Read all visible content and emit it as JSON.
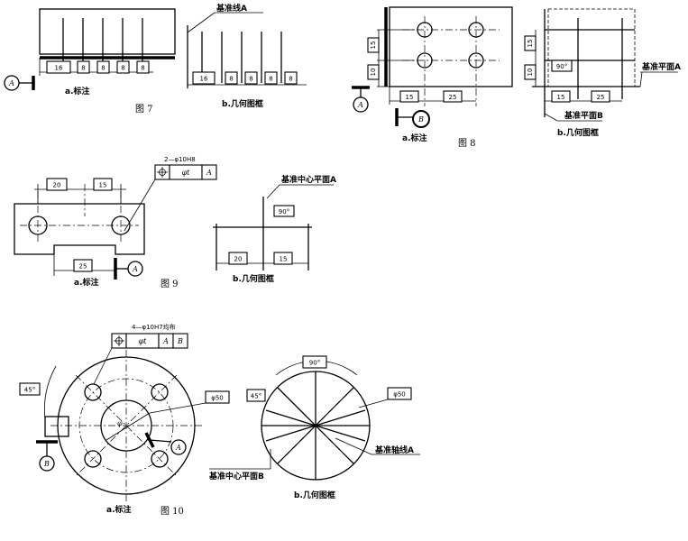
{
  "fig7": {
    "caption": "图 7",
    "a_label": "a.标注",
    "b_label": "b.几何图框",
    "datum_line": "基准线A",
    "datum": "A",
    "dims": [
      "16",
      "8",
      "8",
      "8",
      "8"
    ]
  },
  "fig8": {
    "caption": "图 8",
    "a_label": "a.标注",
    "b_label": "b.几何图框",
    "datum_a": "A",
    "datum_b": "B",
    "plane_a": "基准平面A",
    "plane_b": "基准平面B",
    "angle": "90°",
    "dims": {
      "v1": "15",
      "v2": "10",
      "h1": "15",
      "h2": "25"
    }
  },
  "fig9": {
    "caption": "图 9",
    "a_label": "a.标注",
    "b_label": "b.几何图框",
    "hole_spec": "2—φ10H8",
    "tol_value": "φt",
    "datum": "A",
    "mid_plane": "基准中心平面A",
    "angle": "90°",
    "dims": {
      "d1": "20",
      "d2": "15",
      "d3": "25"
    }
  },
  "fig10": {
    "caption": "图 10",
    "a_label": "a.标注",
    "b_label": "b.几何图框",
    "hole_spec": "4—φ10H7均布",
    "tol_value": "φt",
    "datum_a": "A",
    "datum_b": "B",
    "angle45": "45°",
    "angle90": "90°",
    "dia": "φ50",
    "phi": "φ",
    "axis_a": "基准轴线A",
    "mid_plane_b": "基准中心平面B"
  }
}
